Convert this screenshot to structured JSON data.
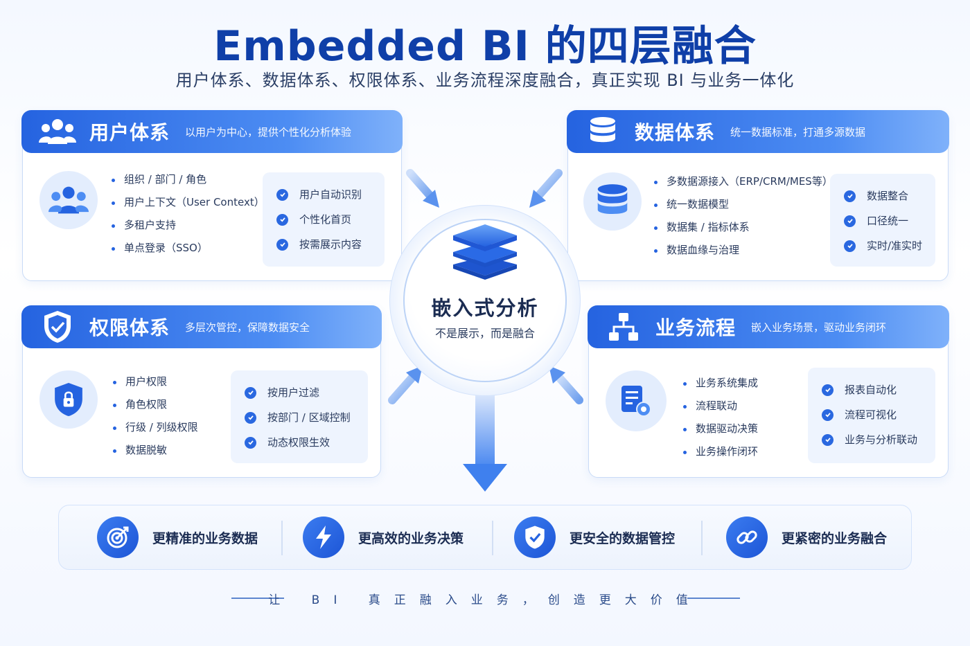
{
  "title": "Embedded BI 的四层融合",
  "subtitle": "用户体系、数据体系、权限体系、业务流程深度融合，真正实现 BI 与业务一体化",
  "center": {
    "title": "嵌入式分析",
    "subtitle": "不是展示，而是融合",
    "icon": "layers-stack-icon"
  },
  "cards": {
    "user": {
      "title": "用户体系",
      "desc": "以用户为中心，提供个性化分析体验",
      "icon": "users-icon",
      "bullets": [
        "组织 / 部门 / 角色",
        "用户上下文（User Context）",
        "多租户支持",
        "单点登录（SSO）"
      ],
      "checks": [
        "用户自动识别",
        "个性化首页",
        "按需展示内容"
      ]
    },
    "data": {
      "title": "数据体系",
      "desc": "统一数据标准，打通多源数据",
      "icon": "database-icon",
      "bullets": [
        "多数据源接入（ERP/CRM/MES等）",
        "统一数据模型",
        "数据集 / 指标体系",
        "数据血缘与治理"
      ],
      "checks": [
        "数据整合",
        "口径统一",
        "实时/准实时"
      ]
    },
    "permission": {
      "title": "权限体系",
      "desc": "多层次管控，保障数据安全",
      "icon": "shield-check-icon",
      "bullets": [
        "用户权限",
        "角色权限",
        "行级 / 列级权限",
        "数据脱敏"
      ],
      "checks": [
        "按用户过滤",
        "按部门 / 区域控制",
        "动态权限生效"
      ]
    },
    "process": {
      "title": "业务流程",
      "desc": "嵌入业务场景，驱动业务闭环",
      "icon": "org-chart-icon",
      "bullets": [
        "业务系统集成",
        "流程联动",
        "数据驱动决策",
        "业务操作闭环"
      ],
      "checks": [
        "报表自动化",
        "流程可视化",
        "业务与分析联动"
      ]
    }
  },
  "values": [
    {
      "label": "更精准的业务数据",
      "icon": "target-icon"
    },
    {
      "label": "更高效的业务决策",
      "icon": "lightning-icon"
    },
    {
      "label": "更安全的数据管控",
      "icon": "shield-check-icon"
    },
    {
      "label": "更紧密的业务融合",
      "icon": "link-icon"
    }
  ],
  "footer": "让 BI 真正融入业务，创造更大价值",
  "colors": {
    "primary": "#2563e0",
    "title": "#0f3fa8",
    "light": "#e3edfd"
  }
}
